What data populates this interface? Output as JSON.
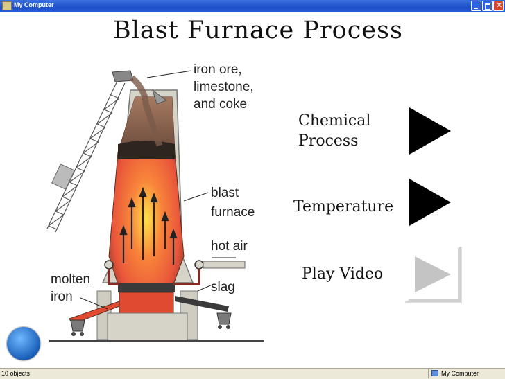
{
  "window": {
    "title": "My Computer"
  },
  "slide": {
    "title": "Blast Furnace Process",
    "diagram_labels": {
      "feed": [
        "iron ore,",
        "limestone,",
        "and coke"
      ],
      "furnace": [
        "blast",
        "furnace"
      ],
      "hot_air": "hot air",
      "molten_iron": [
        "molten",
        "iron"
      ],
      "slag": "slag"
    },
    "menu": {
      "chemical_line1": "Chemical",
      "chemical_line2": "Process",
      "temperature": "Temperature",
      "play_video": "Play Video"
    }
  },
  "status_bar": {
    "left": "10 objects",
    "right": "My Computer"
  },
  "colors": {
    "titlebar": "#245edb",
    "play_active": "#000000",
    "play_disabled": "#c8c8c8"
  }
}
